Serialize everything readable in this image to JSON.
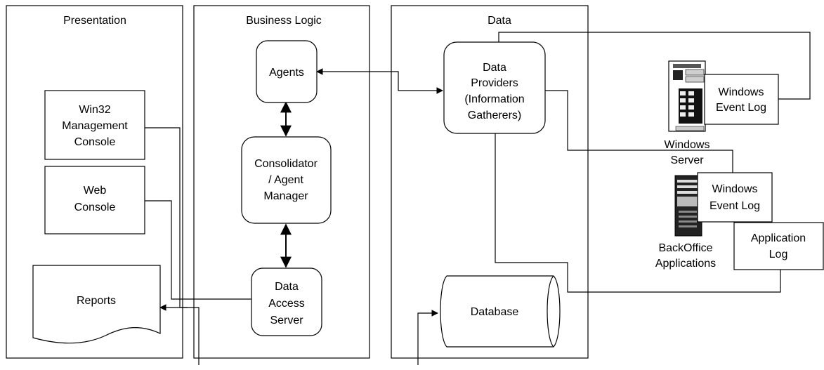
{
  "panels": {
    "presentation": "Presentation",
    "business_logic": "Business Logic",
    "data": "Data"
  },
  "presentation": {
    "win32_console": [
      "Win32",
      "Management",
      "Console"
    ],
    "web_console": [
      "Web",
      "Console"
    ],
    "reports": "Reports"
  },
  "business_logic": {
    "agents": "Agents",
    "consolidator": [
      "Consolidator",
      "/ Agent",
      "Manager"
    ],
    "data_access_server": [
      "Data",
      "Access",
      "Server"
    ]
  },
  "data": {
    "data_providers": [
      "Data",
      "Providers",
      "(Information",
      "Gatherers)"
    ],
    "database": "Database"
  },
  "servers": {
    "windows_server": {
      "label": [
        "Windows",
        "Server"
      ],
      "event_log": [
        "Windows",
        "Event Log"
      ]
    },
    "backoffice": {
      "label": [
        "BackOffice",
        "Applications"
      ],
      "event_log": [
        "Windows",
        "Event Log"
      ],
      "application_log": [
        "Application",
        "Log"
      ]
    }
  }
}
